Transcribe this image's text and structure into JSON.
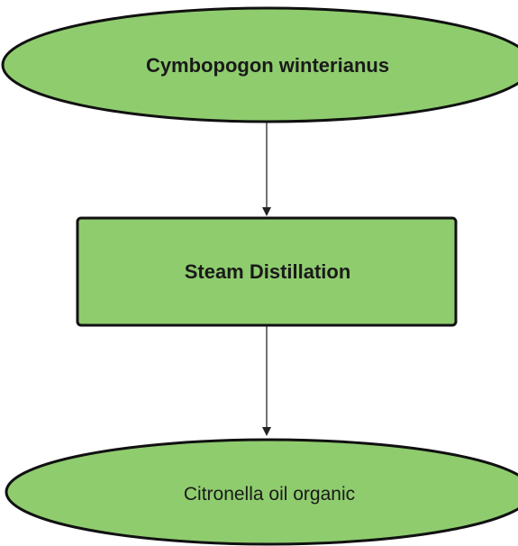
{
  "diagram": {
    "nodes": [
      {
        "id": "source",
        "shape": "ellipse",
        "label": "Cymbopogon winterianus"
      },
      {
        "id": "process",
        "shape": "rectangle",
        "label": "Steam Distillation"
      },
      {
        "id": "product",
        "shape": "ellipse",
        "label": "Citronella oil organic"
      }
    ],
    "edges": [
      {
        "from": "source",
        "to": "process"
      },
      {
        "from": "process",
        "to": "product"
      }
    ]
  },
  "colors": {
    "node_fill": "#8fcc6e",
    "node_stroke": "#111111",
    "edge": "#444444",
    "text": "#1a1a1a"
  }
}
